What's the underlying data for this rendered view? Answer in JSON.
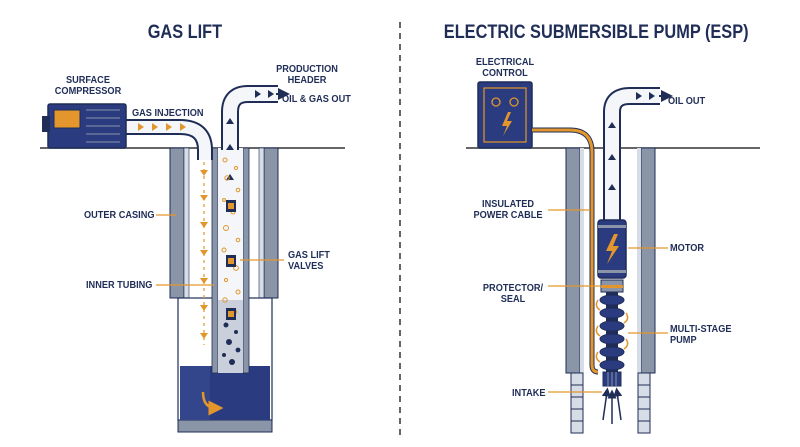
{
  "colors": {
    "navy": "#1f2d57",
    "orange": "#e3962b",
    "steel": "#8a96a8",
    "light_steel": "#d7dde6",
    "fluid": "#2a3b80"
  },
  "gas_lift": {
    "title": "GAS LIFT",
    "surface_compressor": [
      "SURFACE",
      "COMPRESSOR"
    ],
    "gas_injection": "GAS INJECTION",
    "production_header": [
      "PRODUCTION",
      "HEADER"
    ],
    "oil_gas_out": "OIL & GAS OUT",
    "outer_casing": "OUTER CASING",
    "inner_tubing": "INNER TUBING",
    "gas_lift_valves": [
      "GAS LIFT",
      "VALVES"
    ]
  },
  "esp": {
    "title": "ELECTRIC SUBMERSIBLE PUMP (ESP)",
    "electrical_control": [
      "ELECTRICAL",
      "CONTROL"
    ],
    "oil_out": "OIL OUT",
    "insulated_power_cable": [
      "INSULATED",
      "POWER CABLE"
    ],
    "motor": "MOTOR",
    "protector_seal": [
      "PROTECTOR/",
      "SEAL"
    ],
    "multi_stage_pump": [
      "MULTI-STAGE",
      "PUMP"
    ],
    "intake": "INTAKE"
  }
}
